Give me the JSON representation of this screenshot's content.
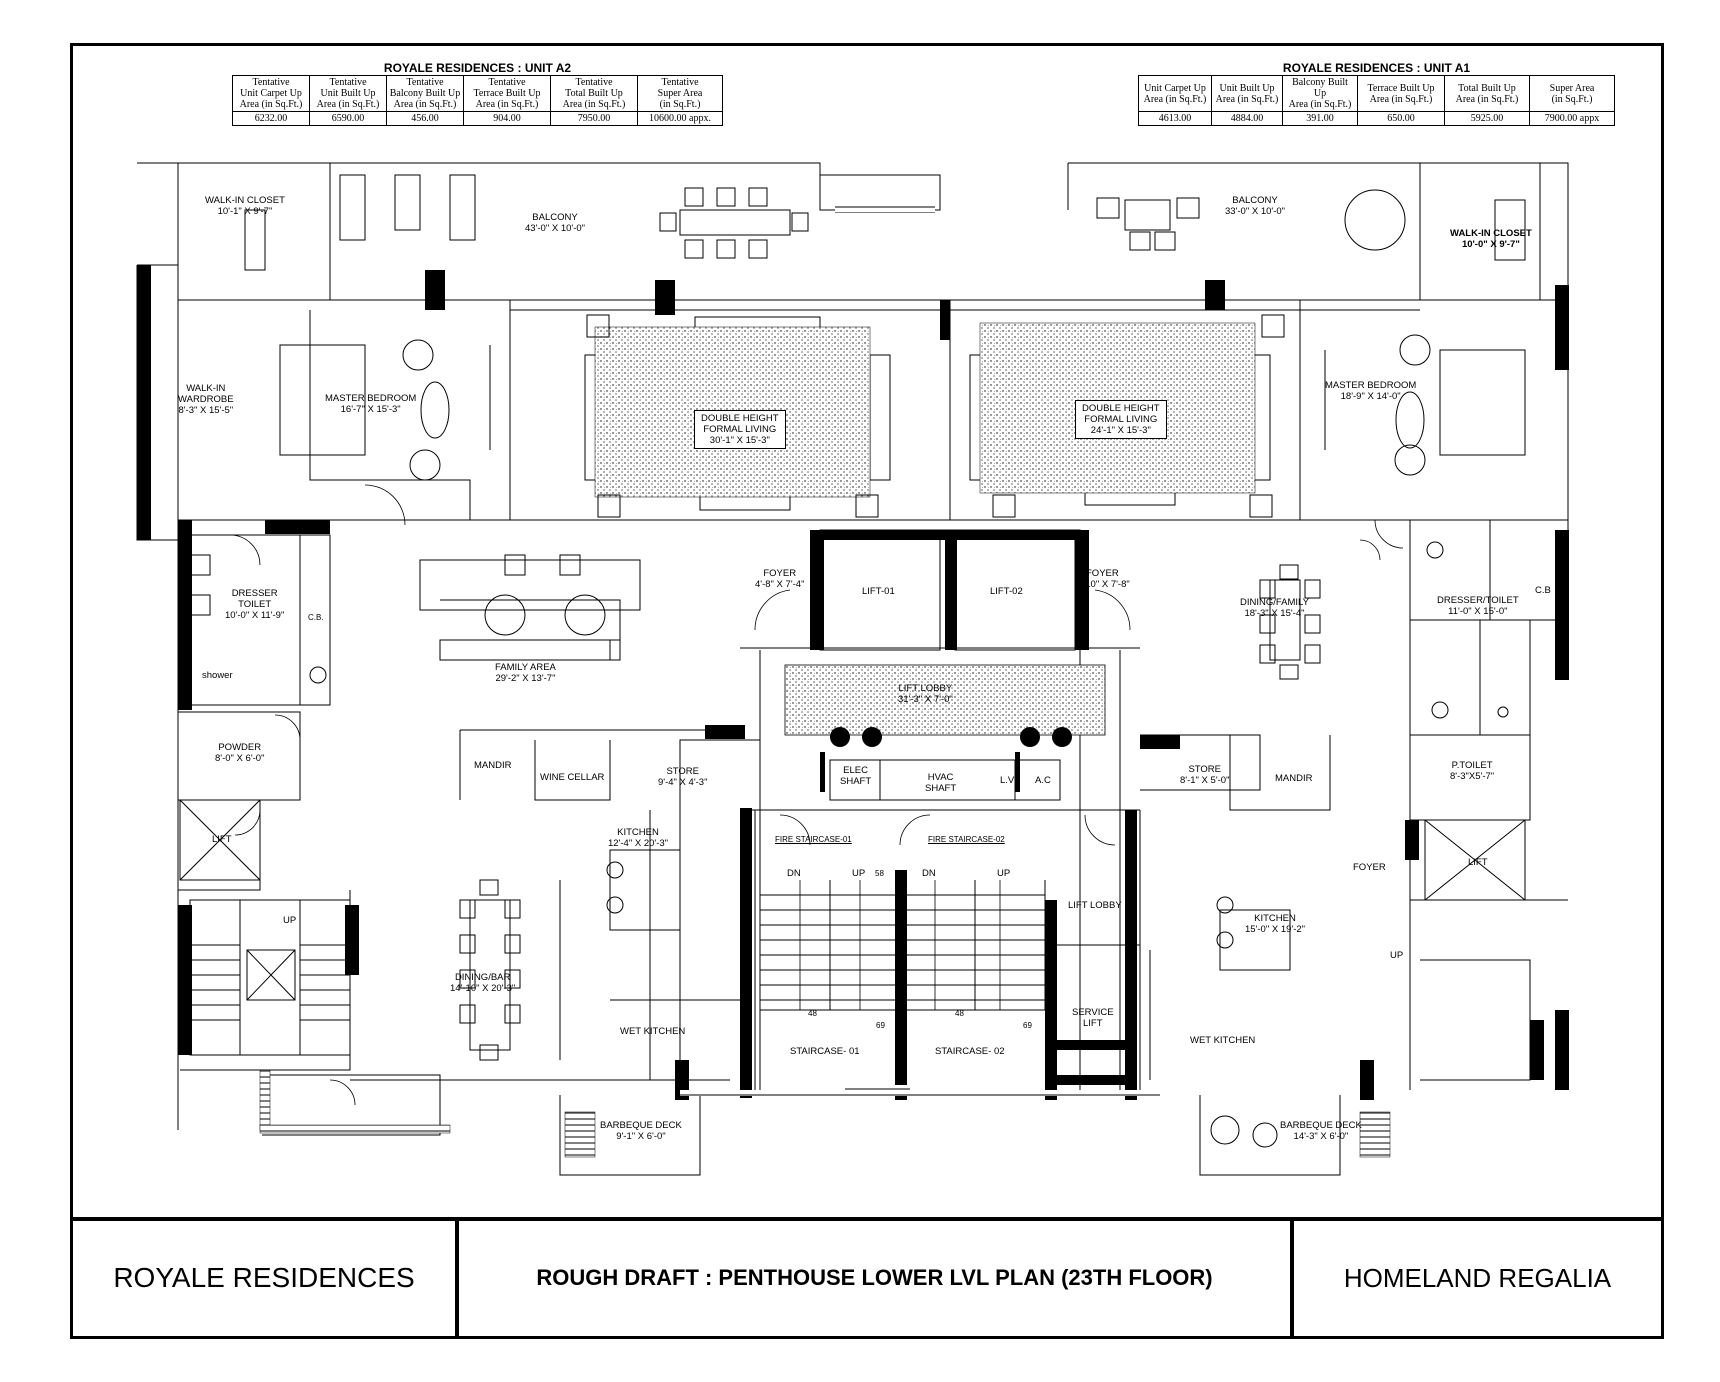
{
  "unit_a2": {
    "title": "ROYALE  RESIDENCES : UNIT A2",
    "headers": [
      "Tentative\nUnit Carpet Up\nArea (in Sq.Ft.)",
      "Tentative\nUnit Built Up\nArea (in Sq.Ft.)",
      "Tentative\nBalcony Built Up\nArea (in Sq.Ft.)",
      "Tentative\nTerrace Built Up\nArea (in Sq.Ft.)",
      "Tentative\nTotal Built Up\nArea (in Sq.Ft.)",
      "Tentative\nSuper Area\n(in Sq.Ft.)"
    ],
    "values": [
      "6232.00",
      "6590.00",
      "456.00",
      "904.00",
      "7950.00",
      "10600.00 appx."
    ]
  },
  "unit_a1": {
    "title": "ROYALE  RESIDENCES : UNIT A1",
    "headers": [
      "Unit Carpet Up\nArea (in Sq.Ft.)",
      "Unit Built Up\nArea (in Sq.Ft.)",
      "Balcony Built Up\nArea (in Sq.Ft.)",
      "Terrace Built Up\nArea (in Sq.Ft.)",
      "Total Built Up\nArea (in Sq.Ft.)",
      "Super Area\n(in Sq.Ft.)"
    ],
    "values": [
      "4613.00",
      "4884.00",
      "391.00",
      "650.00",
      "5925.00",
      "7900.00 appx"
    ]
  },
  "rooms": {
    "walkin_closet_a2": "WALK-IN CLOSET\n10'-1\" X 9'-7\"",
    "balcony_a2": "BALCONY\n43'-0\" X 10'-0\"",
    "balcony_a1": "BALCONY\n33'-0\" X 10'-0\"",
    "walkin_closet_a1": "WALK-IN CLOSET\n10'-0\" X 9'-7\"",
    "walkin_wardrobe": "WALK-IN\nWARDROBE\n8'-3\" X 15'-5\"",
    "master_bedroom_a2": "MASTER BEDROOM\n16'-7\" X 15'-3\"",
    "double_height_a2": "DOUBLE HEIGHT\nFORMAL LIVING\n30'-1\" X 15'-3\"",
    "double_height_a1": "DOUBLE HEIGHT\nFORMAL LIVING\n24'-1\" X 15'-3\"",
    "master_bedroom_a1": "MASTER BEDROOM\n18'-9\" X 14'-0\"",
    "dresser_toilet_a2": "DRESSER\nTOILET\n10'-0\" X 11'-9\"",
    "cb_a2": "C.B.",
    "shower": "shower",
    "family_area": "FAMILY AREA\n29'-2\" X 13'-7\"",
    "foyer_left": "FOYER\n4'-8\" X 7'-4\"",
    "lift_01": "LIFT-01",
    "lift_02": "LIFT-02",
    "foyer_right": "FOYER\n4'-10\" X 7'-8\"",
    "dining_family": "DINING/FAMILY\n18'-3\" X 15'-4\"",
    "dresser_toilet_a1": "DRESSER/TOILET\n11'-0\" X 15'-0\"",
    "cb_a1": "C.B",
    "powder": "POWDER\n8'-0\" X 6'-0\"",
    "lift_lobby": "LIFT LOBBY\n31'-3\" X 7'-0\"",
    "mandir_a2": "MANDIR",
    "wine_cellar": "WINE CELLAR",
    "store_a2": "STORE\n9'-4\" X 4'-3\"",
    "elec_shaft": "ELEC\nSHAFT",
    "hvac_shaft": "HVAC\nSHAFT",
    "lv": "L.V",
    "ac": "A.C",
    "store_a1": "STORE\n8'-1\" X 5'-0\"",
    "mandir_a1": "MANDIR",
    "p_toilet": "P.TOILET\n8'-3\"X5'-7\"",
    "lift_a2": "LIFT",
    "kitchen_a2": "KITCHEN\n12'-4\" X 20'-3\"",
    "fire_staircase_01": "FIRE STAIRCASE-01",
    "fire_staircase_02": "FIRE STAIRCASE-02",
    "foyer_a1": "FOYER",
    "lift_a1": "LIFT",
    "lift_lobby_service": "LIFT LOBBY",
    "kitchen_a1": "KITCHEN\n15'-0\" X 19'-2\"",
    "dining_bar": "DINING/BAR\n14'-10\" X 20'-3\"",
    "service_lift": "SERVICE\nLIFT",
    "wet_kitchen_a2": "WET KITCHEN",
    "staircase_01": "STAIRCASE- 01",
    "staircase_02": "STAIRCASE- 02",
    "wet_kitchen_a1": "WET KITCHEN",
    "barbeque_a2": "BARBEQUE DECK\n9'-1\" X 6'-0\"",
    "barbeque_a1": "BARBEQUE DECK\n14'-3\" X 6'-0\""
  },
  "stair_marks": {
    "up_left": "UP",
    "up_right": "UP",
    "dn1": "DN",
    "up1": "UP",
    "n58": "58",
    "dn2": "DN",
    "up2": "UP",
    "n48a": "48",
    "n69a": "69",
    "n48b": "48",
    "n69b": "69"
  },
  "title_block": {
    "left": "ROYALE RESIDENCES",
    "center": "ROUGH DRAFT : PENTHOUSE LOWER LVL PLAN (23TH FLOOR)",
    "right": "HOMELAND REGALIA"
  }
}
